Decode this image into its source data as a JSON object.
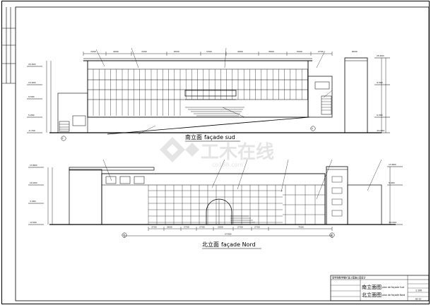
{
  "drawing": {
    "south_elevation": {
      "title_cn": "南立面",
      "title_fr": "façade sud",
      "axis_left": "①",
      "axis_right": "②",
      "levels": [
        "15.600",
        "13.900",
        "9.500",
        "5.000",
        "0.000",
        "±0.000",
        "-0.700"
      ],
      "dimensions": [
        "7200",
        "4000",
        "7200",
        "6000",
        "1500",
        "4000",
        "3600",
        "5000",
        "2700",
        "8000"
      ],
      "colors": {
        "line": "#000000",
        "background": "#ffffff"
      }
    },
    "north_elevation": {
      "title_cn": "北立面",
      "title_fr": "façade Nord",
      "axis_left": "①",
      "axis_right": "②",
      "levels": [
        "13.800",
        "10.000",
        "5.000",
        "3.400",
        "±0.000",
        "-0.500"
      ],
      "dimensions": [
        "3700",
        "3600",
        "2700",
        "2700",
        "3000",
        "2700",
        "2700",
        "7500",
        "27000"
      ],
      "colors": {
        "line": "#000000",
        "background": "#ffffff"
      }
    }
  },
  "title_block": {
    "project": "某学院教学楼扩建工程施工图设计",
    "sheet_cn_1": "南立面图",
    "sheet_fr_1": "plan de façade Sud",
    "sheet_cn_2": "北立面图",
    "sheet_fr_2": "plan de façade Nord",
    "scale": "1:100",
    "sheet_no": "JS-11"
  },
  "watermark": {
    "brand_cn": "工木在线",
    "brand_en": "co188.com"
  }
}
